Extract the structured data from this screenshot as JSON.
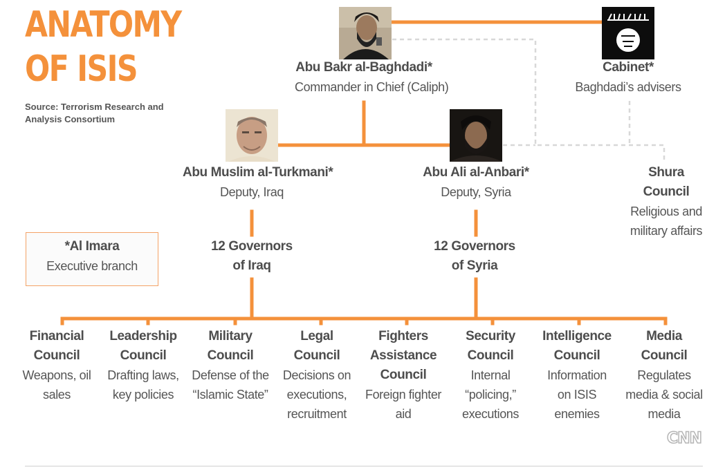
{
  "title": {
    "line1": "ANATOMY",
    "line2": "OF ISIS"
  },
  "source": "Source: Terrorism Research and Analysis Consortium",
  "leader": {
    "name": "Abu Bakr al-Baghdadi*",
    "role": "Commander in Chief (Caliph)",
    "photo": "portrait-photo"
  },
  "cabinet": {
    "name": "Cabinet*",
    "role": "Baghdadi’s advisers",
    "flag": "black-flag-icon"
  },
  "shura": {
    "name_line1": "Shura",
    "name_line2": "Council",
    "role_line1": "Religious and",
    "role_line2": "military affairs"
  },
  "deputy_iraq": {
    "name": "Abu Muslim al-Turkmani*",
    "role": "Deputy, Iraq",
    "photo": "portrait-photo"
  },
  "deputy_syria": {
    "name": "Abu Ali al-Anbari*",
    "role": "Deputy, Syria",
    "photo": "portrait-photo"
  },
  "governors_iraq": {
    "line1": "12 Governors",
    "line2": "of Iraq"
  },
  "governors_syria": {
    "line1": "12 Governors",
    "line2": "of Syria"
  },
  "legend": {
    "title": "*Al Imara",
    "subtitle": "Executive branch"
  },
  "councils": [
    {
      "name": [
        "Financial",
        "Council"
      ],
      "desc": [
        "Weapons, oil",
        "sales"
      ]
    },
    {
      "name": [
        "Leadership",
        "Council"
      ],
      "desc": [
        "Drafting laws,",
        "key policies"
      ]
    },
    {
      "name": [
        "Military Council"
      ],
      "desc": [
        "Defense of the",
        "“Islamic State”"
      ]
    },
    {
      "name": [
        "Legal",
        "Council"
      ],
      "desc": [
        "Decisions on",
        "executions,",
        "recruitment"
      ]
    },
    {
      "name": [
        "Fighters",
        "Assistance",
        "Council"
      ],
      "desc": [
        "Foreign fighter",
        "aid"
      ]
    },
    {
      "name": [
        "Security",
        "Council"
      ],
      "desc": [
        "Internal",
        "“policing,”",
        "executions"
      ]
    },
    {
      "name": [
        "Intelligence",
        "Council"
      ],
      "desc": [
        "Information",
        "on ISIS",
        "enemies"
      ]
    },
    {
      "name": [
        "Media",
        "Council"
      ],
      "desc": [
        "Regulates",
        "media & social",
        "media"
      ]
    }
  ],
  "logo": "CNN",
  "colors": {
    "accent": "#f4913b",
    "text": "#4d4d4d",
    "dotted": "#d8d8d8"
  }
}
